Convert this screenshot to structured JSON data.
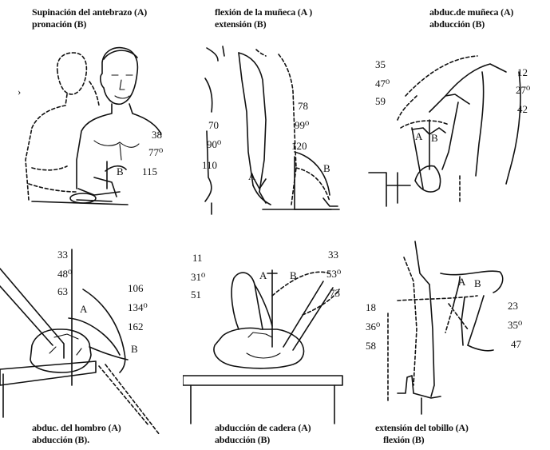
{
  "panels": [
    {
      "caption": [
        "Supinación del antebrazo (A)",
        "pronación (B)"
      ],
      "values": [
        "38",
        "77⁰",
        "115"
      ],
      "labels": [
        "B"
      ]
    },
    {
      "caption": [
        "flexión de la muñeca (A )",
        "extensión (B)"
      ],
      "values_left": [
        "70",
        "90⁰",
        "110"
      ],
      "values_right": [
        "78",
        "99⁰",
        "120"
      ],
      "labels": [
        "A",
        "B"
      ]
    },
    {
      "caption": [
        "abduc.de muñeca (A)",
        "abducción (B)"
      ],
      "values_left": [
        "35",
        "47⁰",
        "59"
      ],
      "values_right": [
        "12",
        "27⁰",
        "42"
      ],
      "labels": [
        "A",
        "B"
      ]
    },
    {
      "caption": [
        "abduc. del hombro (A)",
        "abducción (B)."
      ],
      "values_left": [
        "33",
        "48⁰",
        "63"
      ],
      "values_right": [
        "106",
        "134⁰",
        "162"
      ],
      "labels": [
        "A",
        "B"
      ]
    },
    {
      "caption": [
        "abducción de cadera (A)",
        "abducción (B)"
      ],
      "values_left": [
        "11",
        "31⁰",
        "51"
      ],
      "values_right": [
        "33",
        "53⁰",
        "73"
      ],
      "labels": [
        "A",
        "B"
      ]
    },
    {
      "caption": [
        "extensión del tobillo (A)",
        "flexión (B)"
      ],
      "values_left": [
        "18",
        "36⁰",
        "58"
      ],
      "values_right": [
        "23",
        "35⁰",
        "47"
      ],
      "labels": [
        "A",
        "B"
      ]
    }
  ]
}
